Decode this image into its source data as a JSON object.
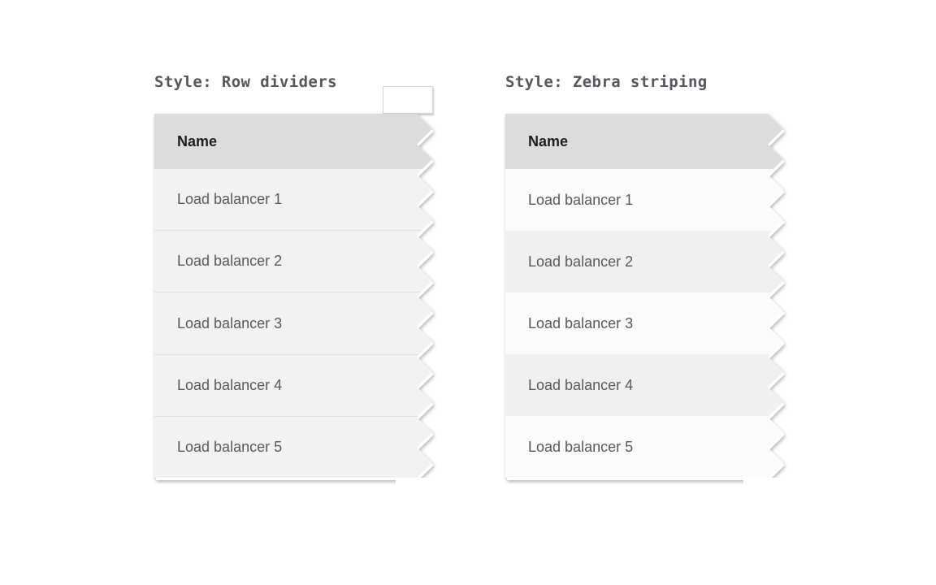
{
  "page": {
    "background": "#ffffff"
  },
  "colors": {
    "page_bg": "#ffffff",
    "caption_text": "#57565c",
    "header_bg": "#dcdcdc",
    "header_text": "#1d1d1d",
    "row_text": "#595959",
    "divider_row_bg": "#f2f2f2",
    "divider_line": "#e0e0e0",
    "zebra_light": "#fbfbfb",
    "zebra_dark": "#f0f0f0",
    "torn_paper": "#ffffff"
  },
  "figures": [
    {
      "caption": "Style: Row dividers",
      "table_style": "row-dividers",
      "columns": [
        "Name"
      ],
      "rows": [
        "Load balancer 1",
        "Load balancer 2",
        "Load balancer 3",
        "Load balancer 4",
        "Load balancer 5"
      ]
    },
    {
      "caption": "Style: Zebra striping",
      "table_style": "zebra-striping",
      "columns": [
        "Name"
      ],
      "rows": [
        "Load balancer 1",
        "Load balancer 2",
        "Load balancer 3",
        "Load balancer 4",
        "Load balancer 5"
      ]
    }
  ]
}
